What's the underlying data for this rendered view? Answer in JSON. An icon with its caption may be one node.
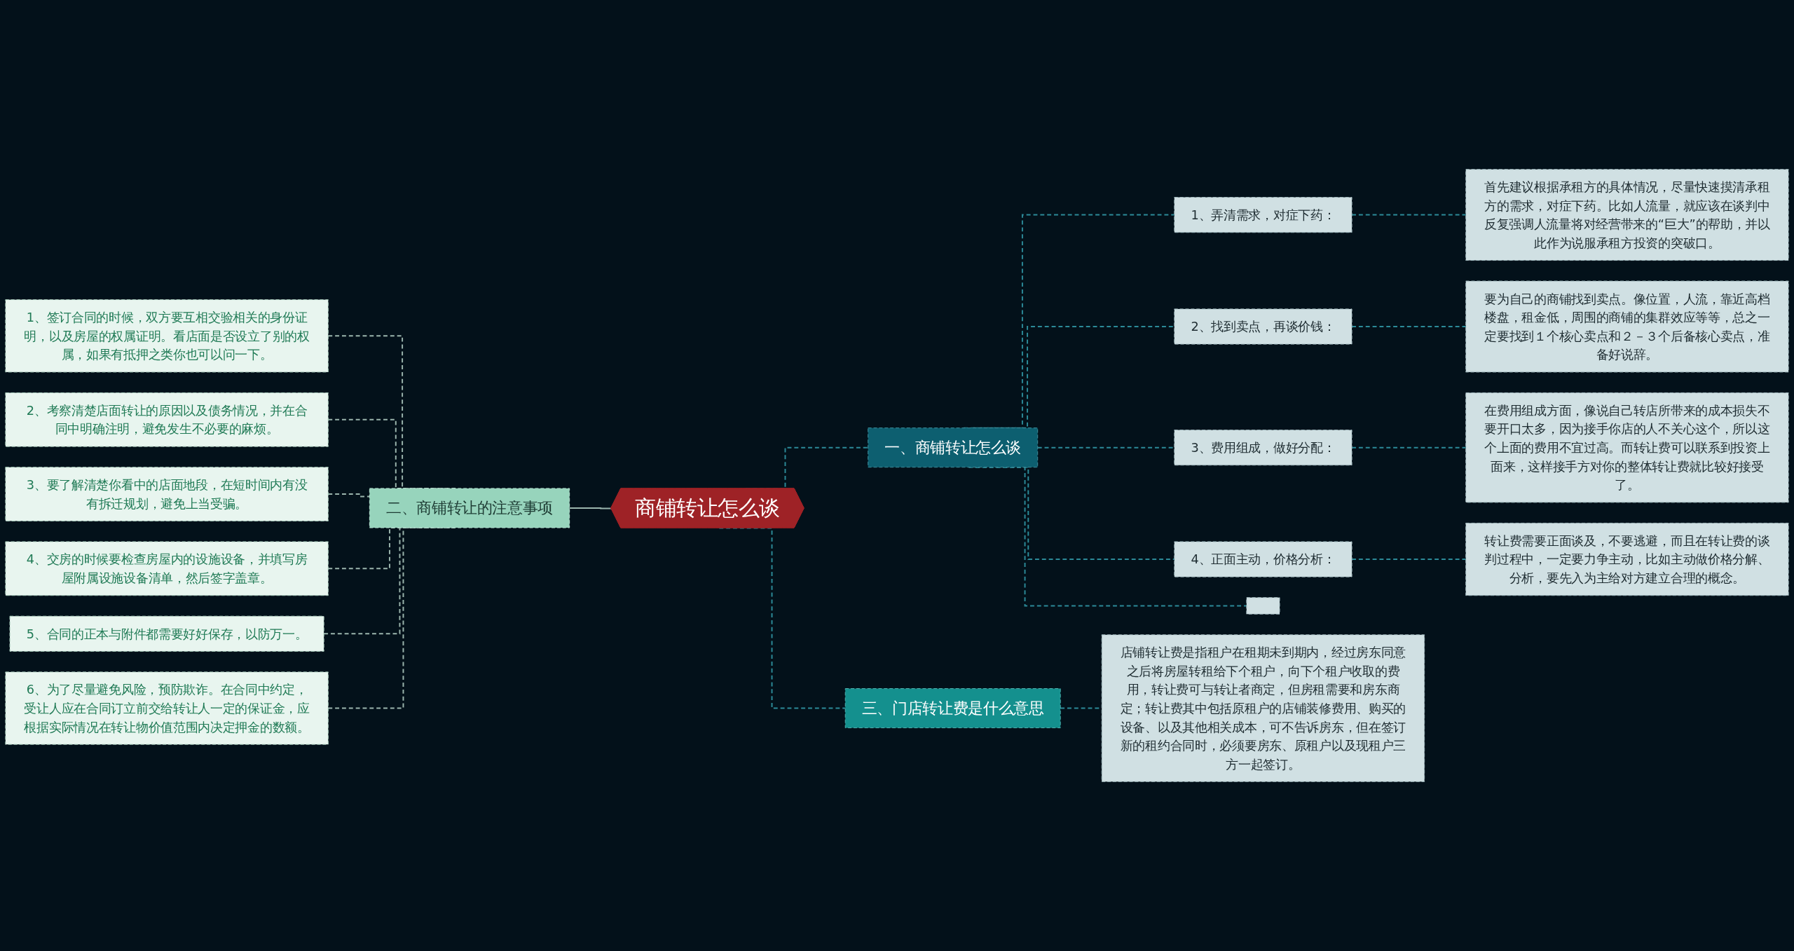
{
  "diagram": {
    "nodes": [
      {
        "text": [
          "商铺转让怎么谈"
        ]
      },
      {
        "text": [
          "一、商铺转让怎么谈"
        ]
      },
      {
        "text": [
          "1、弄清需求，对症下药："
        ]
      },
      {
        "text": [
          "首先建议根据承租方的具体情况，尽量快速摸清承租方的需求，对症下药。比如人流量，就应该在谈判中反复强调人流量将对经营带来的“巨大”的帮助，并以此作为说服承租方投资的突破口。"
        ]
      },
      {
        "text": [
          "2、找到卖点，再谈价钱："
        ]
      },
      {
        "text": [
          "要为自己的商铺找到卖点。像位置，人流，靠近高档楼盘，租金低，周围的商铺的集群效应等等，总之一定要找到１个核心卖点和２－３个后备核心卖点，准备好说辞。"
        ]
      },
      {
        "text": [
          "3、费用组成，做好分配："
        ]
      },
      {
        "text": [
          "在费用组成方面，像说自己转店所带来的成本损失不要开口太多，因为接手你店的人不关心这个，所以这个上面的费用不宜过高。而转让费可以联系到投资上面来，这样接手方对你的整体转让费就比较好接受了。"
        ]
      },
      {
        "text": [
          "4、正面主动，价格分析："
        ]
      },
      {
        "text": [
          "转让费需要正面谈及，不要逃避，而且在转让费的谈判过程中，一定要力争主动，比如主动做价格分解、分析，要先入为主给对方建立合理的概念。"
        ]
      },
      {
        "text": [],
        "shape": "box"
      },
      {
        "text": [
          "三、门店转让费是什么意思"
        ]
      },
      {
        "text": [
          "店铺转让费是指租户在租期未到期内，经过房东同意之后将房屋转租给下个租户，向下个租户收取的费用，转让费可与转让者商定，但房租需要和房东商定；转让费其中包括原租户的店铺装修费用、购买的设备、以及其他相关成本，可不告诉房东，但在签订新的租约合同时，必须要房东、原租户以及现租户三方一起签订。"
        ]
      },
      {
        "text": [
          "二、商铺转让的注意事项"
        ]
      },
      {
        "text": [
          "1、签订合同的时候，双方要互相交验相关的身份证明，以及房屋的权属证明。看店面是否设立了别的权属，如果有抵押之类你也可以问一下。"
        ]
      },
      {
        "text": [
          "2、考察清楚店面转让的原因以及债务情况，并在合同中明确注明，避免发生不必要的麻烦。"
        ]
      },
      {
        "text": [
          "3、要了解清楚你看中的店面地段，在短时间内有没有拆迁规划，避免上当受骗。"
        ]
      },
      {
        "text": [
          "4、交房的时候要检查房屋内的设施设备，并填写房屋附属设施设备清单，然后签字盖章。"
        ]
      },
      {
        "text": [
          "5、合同的正本与附件都需要好好保存，以防万一。"
        ]
      },
      {
        "text": [
          "6、为了尽量避免风险，预防欺诈。在合同中约定，受让人应在合同订立前交给转让人一定的保证金，应根据实际情况在转让物价值范围内决定押金的数额。"
        ]
      }
    ],
    "edges": [
      {
        "from": 0,
        "to": 1,
        "arrow": "none",
        "style": "dashed"
      },
      {
        "from": 1,
        "to": 2,
        "arrow": "none",
        "style": "dashed"
      },
      {
        "from": 2,
        "to": 3,
        "arrow": "none",
        "style": "dashed"
      },
      {
        "from": 1,
        "to": 4,
        "arrow": "none",
        "style": "dashed"
      },
      {
        "from": 4,
        "to": 5,
        "arrow": "none",
        "style": "dashed"
      },
      {
        "from": 1,
        "to": 6,
        "arrow": "none",
        "style": "dashed"
      },
      {
        "from": 6,
        "to": 7,
        "arrow": "none",
        "style": "dashed"
      },
      {
        "from": 1,
        "to": 8,
        "arrow": "none",
        "style": "dashed"
      },
      {
        "from": 8,
        "to": 9,
        "arrow": "none",
        "style": "dashed"
      },
      {
        "from": 1,
        "to": 10,
        "arrow": "none",
        "style": "dashed"
      },
      {
        "from": 0,
        "to": 11,
        "arrow": "none",
        "style": "dashed"
      },
      {
        "from": 11,
        "to": 12,
        "arrow": "none",
        "style": "dashed"
      },
      {
        "from": 0,
        "to": 13,
        "arrow": "none",
        "color": "#9bb5ad"
      },
      {
        "from": 13,
        "to": 14,
        "arrow": "none",
        "style": "dashed",
        "color": "#9bb5ad"
      },
      {
        "from": 13,
        "to": 15,
        "arrow": "none",
        "style": "dashed",
        "color": "#9bb5ad"
      },
      {
        "from": 13,
        "to": 16,
        "arrow": "none",
        "style": "dashed",
        "color": "#9bb5ad"
      },
      {
        "from": 13,
        "to": 17,
        "arrow": "none",
        "style": "dashed",
        "color": "#9bb5ad"
      },
      {
        "from": 13,
        "to": 18,
        "arrow": "none",
        "style": "dashed",
        "color": "#9bb5ad"
      },
      {
        "from": 13,
        "to": 19,
        "arrow": "none",
        "style": "dashed",
        "color": "#9bb5ad"
      }
    ]
  }
}
